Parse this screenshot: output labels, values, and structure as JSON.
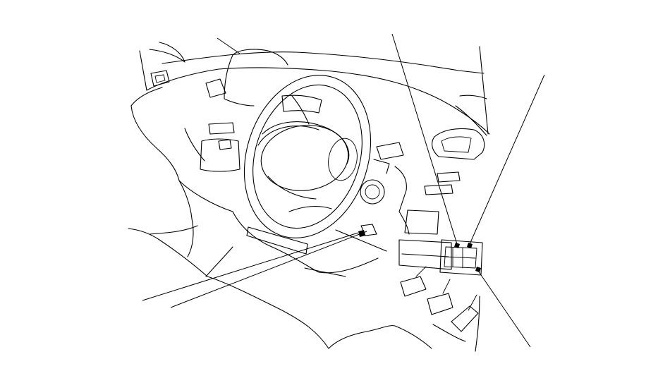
{
  "diagram": {
    "description_visible_text": "",
    "colors": {
      "line": "#000000",
      "background": "#ffffff"
    },
    "callouts": [
      {
        "id": "leader-left-upper"
      },
      {
        "id": "leader-left-lower"
      },
      {
        "id": "leader-top-left"
      },
      {
        "id": "leader-top-center"
      },
      {
        "id": "leader-top-right"
      },
      {
        "id": "leader-bottom-right"
      }
    ]
  }
}
